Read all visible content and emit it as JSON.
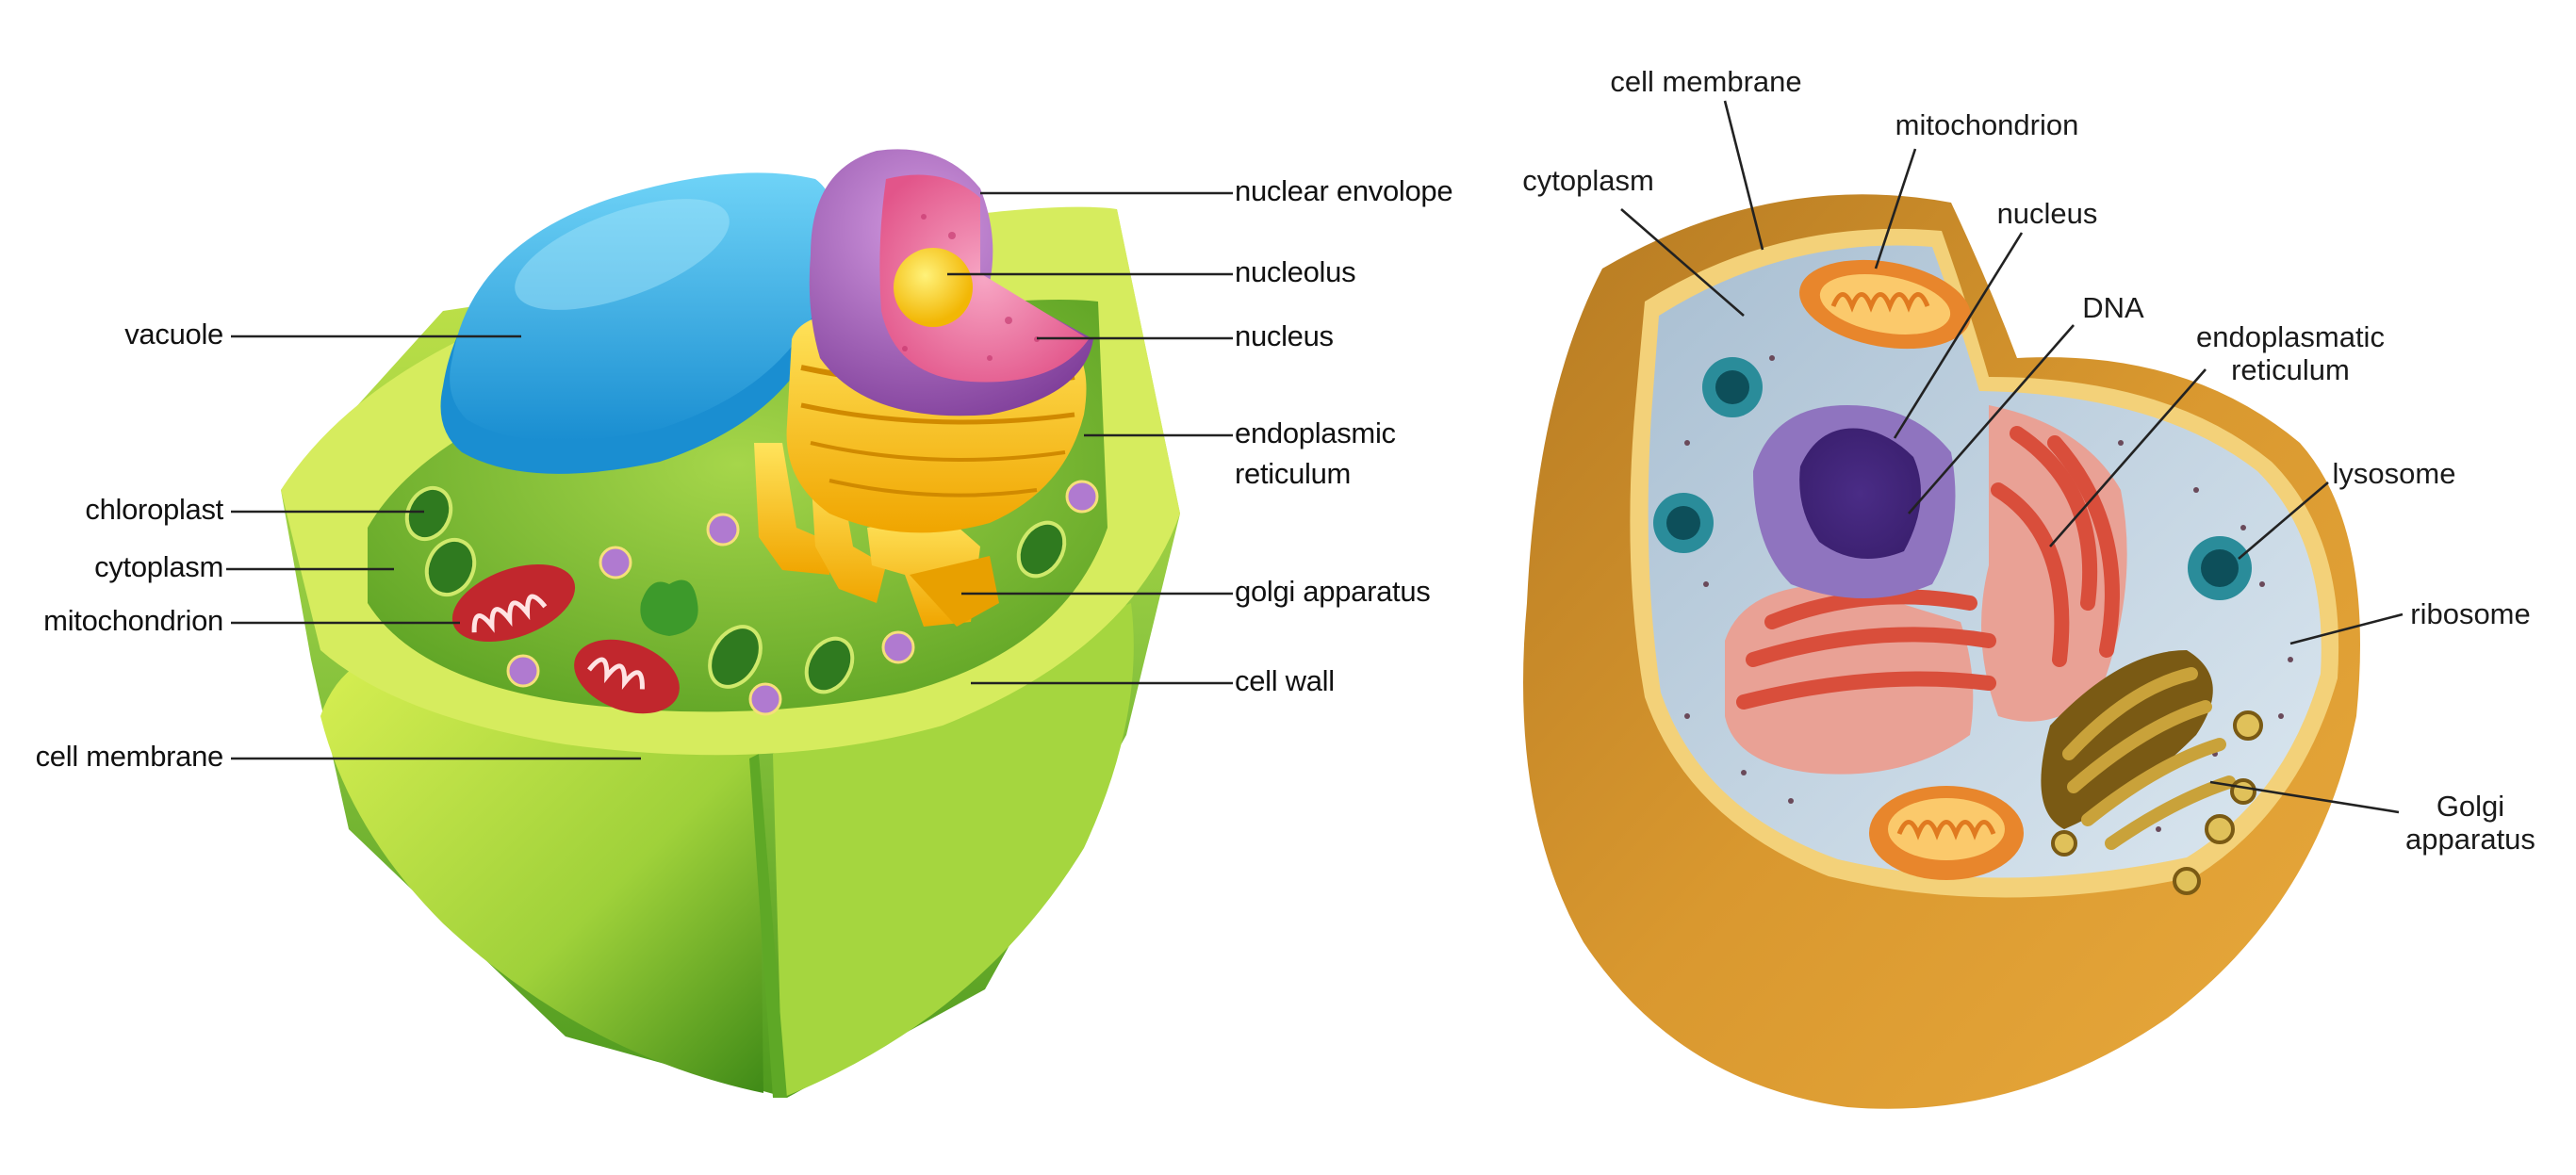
{
  "plant_cell": {
    "labels": {
      "nuclear_envelope": "nuclear envolope",
      "nucleolus": "nucleolus",
      "nucleus": "nucleus",
      "endoplasmic_line1": "endoplasmic",
      "endoplasmic_line2": "reticulum",
      "golgi": "golgi apparatus",
      "cell_wall": "cell wall",
      "vacuole": "vacuole",
      "chloroplast": "chloroplast",
      "cytoplasm": "cytoplasm",
      "mitochondrion": "mitochondrion",
      "cell_membrane": "cell membrane"
    }
  },
  "animal_cell": {
    "labels": {
      "cell_membrane": "cell membrane",
      "mitochondrion": "mitochondrion",
      "cytoplasm": "cytoplasm",
      "nucleus": "nucleus",
      "dna": "DNA",
      "er_line1": "endoplasmatic",
      "er_line2": "reticulum",
      "lysosome": "lysosome",
      "ribosome": "ribosome",
      "golgi_line1": "Golgi",
      "golgi_line2": "apparatus"
    }
  },
  "colors": {
    "plant_wall": "#8cc63f",
    "plant_cytoplasm": "#6fb52c",
    "vacuole": "#29abe2",
    "nucleus_envelope": "#9b59b6",
    "nucleoplasm": "#f06292",
    "nucleolus": "#ffd400",
    "golgi": "#ffc20e",
    "mito_red": "#c1272d",
    "animal_shell": "#c98a2b",
    "animal_cytoplasm": "#b9ccdc",
    "animal_er": "#e0604a",
    "animal_nucleus": "#7b5ea7",
    "lysosome": "#2a8c9a",
    "animal_golgi": "#8a6d1e"
  }
}
